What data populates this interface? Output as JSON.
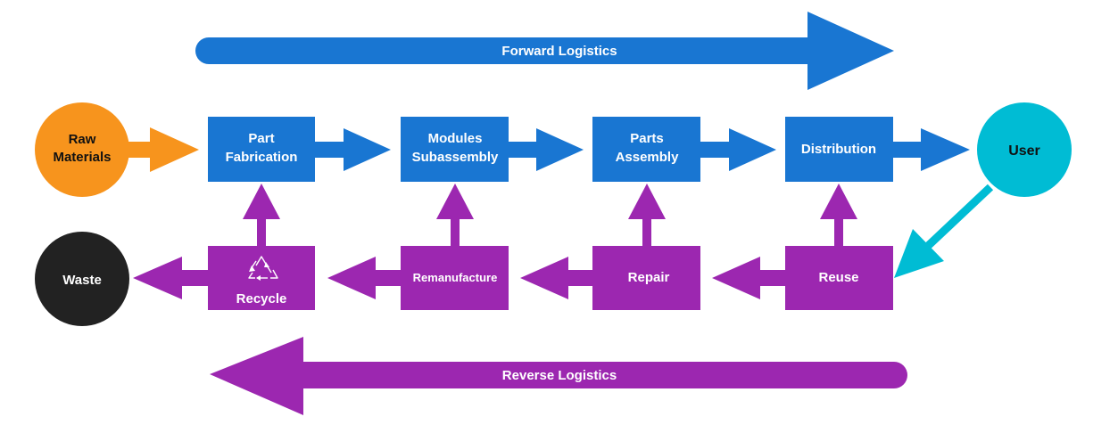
{
  "banners": {
    "forward": "Forward Logistics",
    "reverse": "Reverse Logistics"
  },
  "nodes": {
    "raw_materials": [
      "Raw",
      "Materials"
    ],
    "user": "User",
    "waste": "Waste"
  },
  "forward_steps": {
    "part_fabrication": [
      "Part",
      "Fabrication"
    ],
    "modules_subassembly": [
      "Modules",
      "Subassembly"
    ],
    "parts_assembly": [
      "Parts",
      "Assembly"
    ],
    "distribution": "Distribution"
  },
  "reverse_steps": {
    "recycle": "Recycle",
    "remanufacture": "Remanufacture",
    "repair": "Repair",
    "reuse": "Reuse"
  },
  "icons": {
    "recycle": "recycle-icon"
  },
  "colors": {
    "forward_blue": "#1976d2",
    "reverse_purple": "#9c27b0",
    "raw_orange": "#f7941d",
    "user_cyan": "#00bcd4",
    "waste_black": "#222222"
  }
}
